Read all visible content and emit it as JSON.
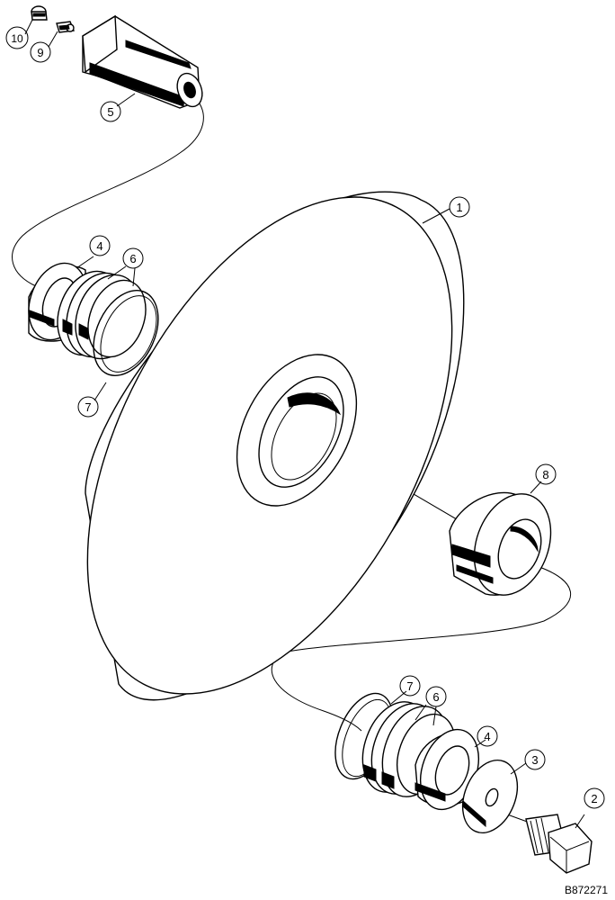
{
  "figure_id": "B872271",
  "callouts": [
    {
      "id": "c1",
      "label": "1"
    },
    {
      "id": "c2",
      "label": "2"
    },
    {
      "id": "c3",
      "label": "3"
    },
    {
      "id": "c4a",
      "label": "4"
    },
    {
      "id": "c4b",
      "label": "4"
    },
    {
      "id": "c5",
      "label": "5"
    },
    {
      "id": "c6a",
      "label": "6"
    },
    {
      "id": "c6b",
      "label": "6"
    },
    {
      "id": "c7a",
      "label": "7"
    },
    {
      "id": "c7b",
      "label": "7"
    },
    {
      "id": "c8",
      "label": "8"
    },
    {
      "id": "c9",
      "label": "9"
    },
    {
      "id": "c10",
      "label": "10"
    }
  ]
}
